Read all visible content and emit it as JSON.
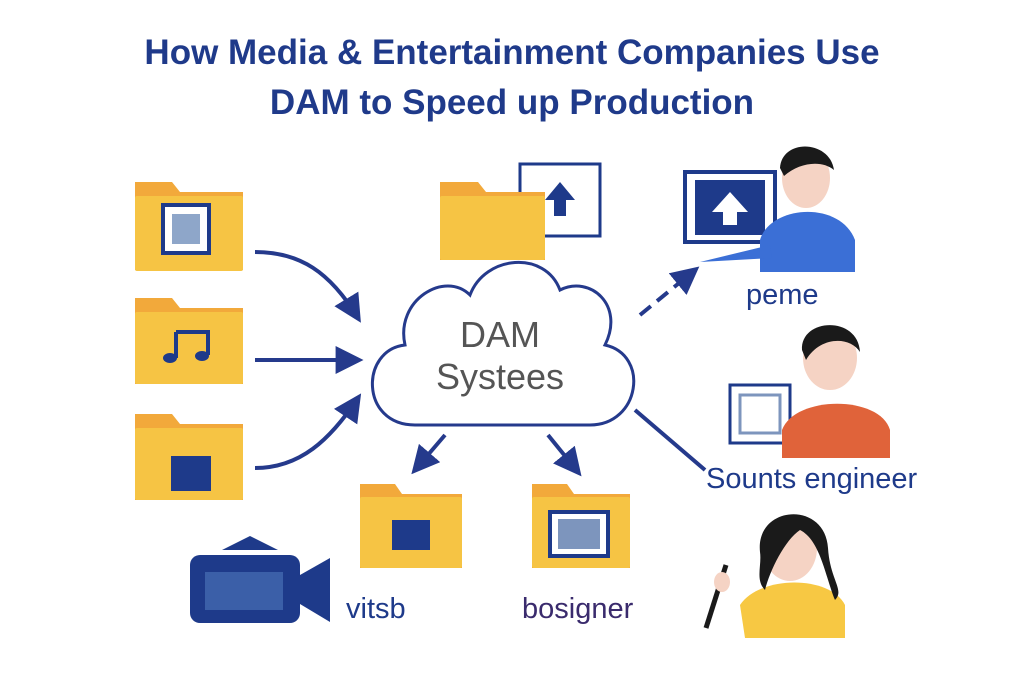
{
  "title": {
    "line1": "How Media & Entertainment Companies Use",
    "line2": "DAM to Speed up Production"
  },
  "center": {
    "line1": "DAM",
    "line2": "Systees"
  },
  "roles": {
    "top_right": "peme",
    "middle_right": "Sounts engineer",
    "bottom_left": "vitsb",
    "bottom_middle": "bosigner"
  },
  "colors": {
    "title": "#1f3a8a",
    "folder": "#f6c444",
    "folder_tab": "#f2a93b",
    "navy": "#1e3a8a",
    "arrow": "#253a8c",
    "cloud_text": "#555555",
    "person_blue_shirt": "#3b6fd6",
    "person_orange_shirt": "#e0633a",
    "person_yellow_shirt": "#f7c843"
  },
  "icons": [
    "image-folder-icon",
    "music-folder-icon",
    "clapper-folder-icon",
    "upload-folder-icon",
    "video-folder-icon",
    "film-folder-icon",
    "video-camera-icon",
    "cloud-icon",
    "monitor-upload-icon",
    "person-icon"
  ]
}
